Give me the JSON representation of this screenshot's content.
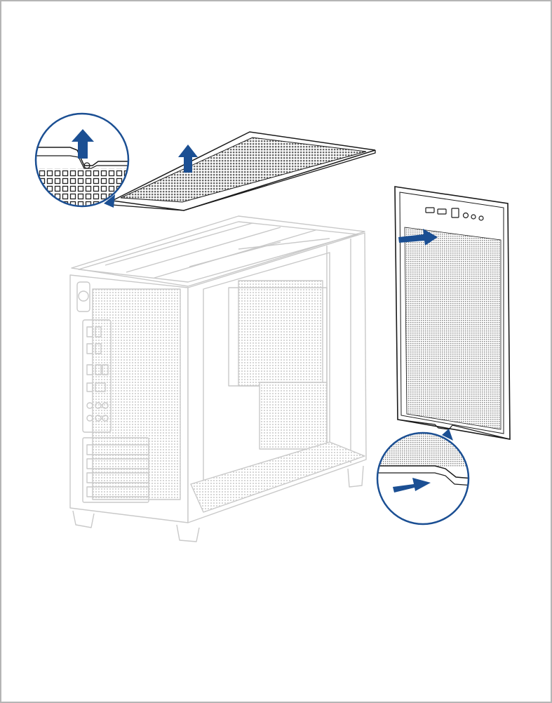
{
  "illustration": {
    "colors": {
      "line_dark": "#1a1a1a",
      "line_faded": "#c9c9c9",
      "accent_blue": "#1b4f93",
      "frame_border": "#b5b5b5",
      "mesh": "#777777"
    },
    "parts": [
      {
        "name": "top-dust-filter",
        "action": "lift-off"
      },
      {
        "name": "front-panel",
        "action": "slide-in"
      },
      {
        "name": "pc-case-body",
        "action": "static"
      }
    ],
    "icons": [
      "arrow-up-icon",
      "arrow-right-icon",
      "magnifier-callout-icon"
    ]
  }
}
